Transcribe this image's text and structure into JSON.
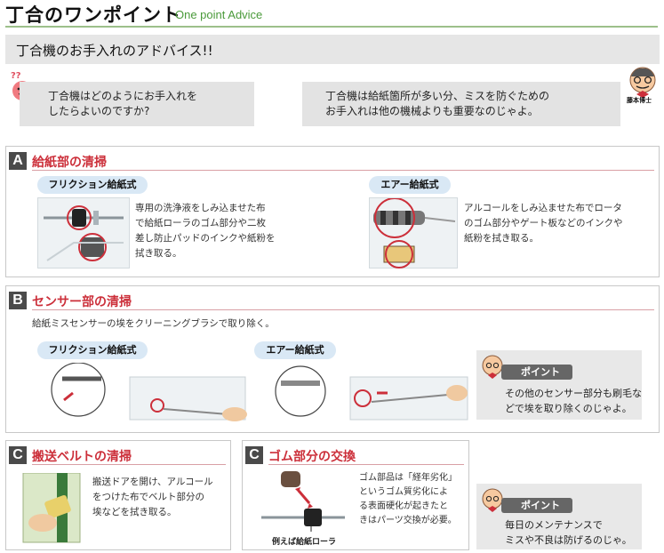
{
  "header": {
    "title": "丁合のワンポイント",
    "subtitle": "One point Advice",
    "subheading": "丁合機のお手入れのアドバイス!!"
  },
  "intro": {
    "question": [
      "丁合機はどのようにお手入れを",
      "したらよいのですか?"
    ],
    "answer": [
      "丁合機は給紙箇所が多い分、ミスを防ぐための",
      "お手入れは他の機械よりも重要なのじゃよ。"
    ],
    "question_icon_text": "??",
    "doctor_label": "藤本博士"
  },
  "section_a": {
    "letter": "A",
    "title": "給紙部の清掃",
    "left_pill": "フリクション給紙式",
    "left_desc": [
      "専用の洗浄液をしみ込ませた布",
      "で給紙ローラのゴム部分や二枚",
      "差し防止パッドのインクや紙粉を",
      "拭き取る。"
    ],
    "right_pill": "エアー給紙式",
    "right_desc": [
      "アルコールをしみ込ませた布でロータ",
      "のゴム部分やゲート板などのインクや",
      "紙粉を拭き取る。"
    ]
  },
  "section_b": {
    "letter": "B",
    "title": "センサー部の清掃",
    "desc": "給紙ミスセンサーの埃をクリーニングブラシで取り除く。",
    "left_pill": "フリクション給紙式",
    "right_pill": "エアー給紙式",
    "point_label": "ポイント",
    "point_text": [
      "その他のセンサー部分も刷毛な",
      "どで埃を取り除くのじゃよ。"
    ]
  },
  "section_c1": {
    "letter": "C",
    "title": "搬送ベルトの清掃",
    "desc": [
      "搬送ドアを開け、アルコール",
      "をつけた布でベルト部分の",
      "埃などを拭き取る。"
    ]
  },
  "section_c2": {
    "letter": "C",
    "title": "ゴム部分の交換",
    "desc": [
      "ゴム部品は「経年劣化」",
      "というゴム質劣化によ",
      "る表面硬化が起きたと",
      "きはパーツ交換が必要。"
    ],
    "caption": "例えば給紙ローラ"
  },
  "point_bottom": {
    "label": "ポイント",
    "text": [
      "毎日のメンテナンスで",
      "ミスや不良は防げるのじゃ。"
    ]
  },
  "colors": {
    "accent_red": "#cc2f3a",
    "accent_green": "#4a9a3a",
    "letter_bg": "#4a4a4a",
    "pill_bg": "#d9e8f5"
  }
}
